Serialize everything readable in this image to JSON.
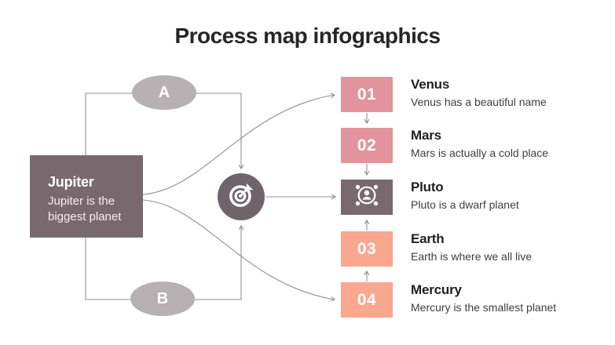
{
  "slide": {
    "title": "Process map infographics"
  },
  "colors": {
    "background": "#ffffff",
    "pink": "#e2939b",
    "peach": "#f9a78f",
    "dark_mauve": "#77696e",
    "hub_circle": "#6f646a",
    "light_gray_ellipse": "#b7b1b3",
    "connector_line": "#8f8f8f",
    "title_text": "#262626",
    "body_text": "#3e3e3e"
  },
  "source_box": {
    "title": "Jupiter",
    "description": "Jupiter is the biggest planet"
  },
  "branch_nodes": [
    {
      "label": "A"
    },
    {
      "label": "B"
    }
  ],
  "hub": {
    "icon": "target-dart-icon"
  },
  "steps": [
    {
      "number": "01",
      "color": "#e2939b",
      "title": "Venus",
      "description": "Venus has a beautiful name"
    },
    {
      "number": "02",
      "color": "#e2939b",
      "title": "Mars",
      "description": "Mars is actually a cold place"
    },
    {
      "number": "",
      "icon": "user-network-icon",
      "color": "#77696e",
      "title": "Pluto",
      "description": "Pluto is a dwarf planet"
    },
    {
      "number": "03",
      "color": "#f9a78f",
      "title": "Earth",
      "description": "Earth is where we all live"
    },
    {
      "number": "04",
      "color": "#f9a78f",
      "title": "Mercury",
      "description": "Mercury is the smallest planet"
    }
  ]
}
